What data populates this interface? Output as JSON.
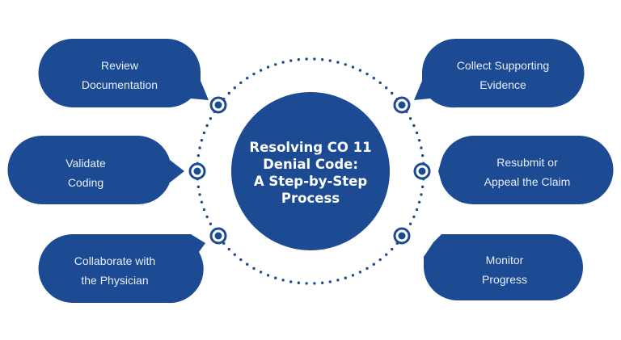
{
  "colors": {
    "primary": "#1c4b94",
    "text_light": "#e8eef8",
    "background": "#ffffff"
  },
  "center": {
    "lines": [
      "Resolving CO 11",
      "Denial Code:",
      "A Step-by-Step",
      "Process"
    ]
  },
  "steps": [
    {
      "id": "review-documentation",
      "side": "left",
      "position": "top",
      "lines": [
        "Review",
        "Documentation"
      ]
    },
    {
      "id": "validate-coding",
      "side": "left",
      "position": "middle",
      "lines": [
        "Validate",
        "Coding"
      ]
    },
    {
      "id": "collaborate-physician",
      "side": "left",
      "position": "bottom",
      "lines": [
        "Collaborate with",
        "the Physician"
      ]
    },
    {
      "id": "collect-evidence",
      "side": "right",
      "position": "top",
      "lines": [
        "Collect Supporting",
        "Evidence"
      ]
    },
    {
      "id": "resubmit-appeal",
      "side": "right",
      "position": "middle",
      "lines": [
        "Resubmit or",
        "Appeal the Claim"
      ]
    },
    {
      "id": "monitor-progress",
      "side": "right",
      "position": "bottom",
      "lines": [
        "Monitor",
        "Progress"
      ]
    }
  ]
}
